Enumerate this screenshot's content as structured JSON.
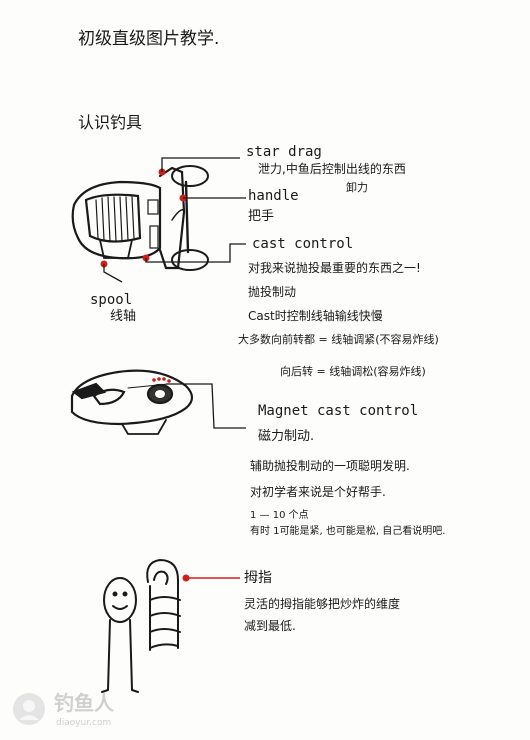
{
  "title": "初级直级图片教学.",
  "subtitle": "认识钓具",
  "reel": {
    "star_drag": {
      "name": "star drag",
      "desc": "泄力,中鱼后控制出线的东西",
      "note": "卸力"
    },
    "handle": {
      "name": "handle",
      "cn": "把手"
    },
    "cast_control": {
      "name": "cast control",
      "lines": [
        "对我来说抛投最重要的东西之一!",
        "抛投制动",
        "Cast时控制线轴输线快慢",
        "大多数向前转都 = 线轴调紧(不容易炸线)",
        "向后转 = 线轴调松(容易炸线)"
      ]
    },
    "spool": {
      "name": "spool",
      "cn": "线轴"
    }
  },
  "magnet": {
    "name": "Magnet cast control",
    "lines": [
      "磁力制动.",
      "辅助抛投制动的一项聪明发明.",
      "对初学者来说是个好帮手.",
      "1 — 10 个点",
      "有时 1可能是紧, 也可能是松, 自己看说明吧."
    ]
  },
  "thumb": {
    "name": "拇指",
    "lines": [
      "灵活的拇指能够把炒炸的维度",
      "减到最低."
    ]
  },
  "watermark": {
    "text": "钓鱼人",
    "url": "diaoyur.com"
  }
}
